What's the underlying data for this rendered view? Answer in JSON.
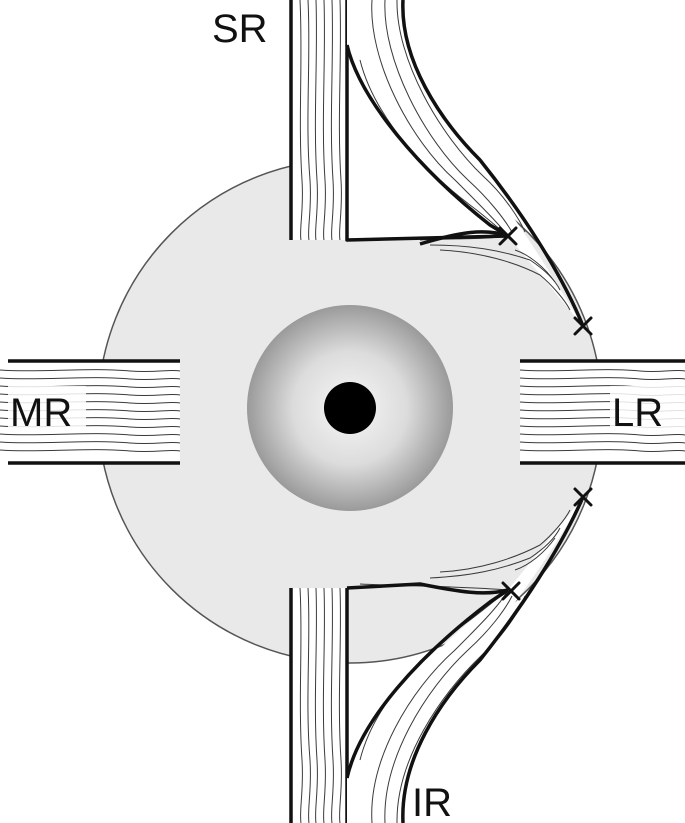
{
  "labels": {
    "superior_rectus": "SR",
    "medial_rectus": "MR",
    "lateral_rectus": "LR",
    "inferior_rectus": "IR"
  },
  "colors": {
    "globe_fill": "#e9e9e9",
    "globe_stroke": "#555555",
    "iris_outer": "#9a9a9a",
    "iris_inner": "#f3f3f3",
    "pupil": "#000000",
    "outline": "#111111"
  }
}
